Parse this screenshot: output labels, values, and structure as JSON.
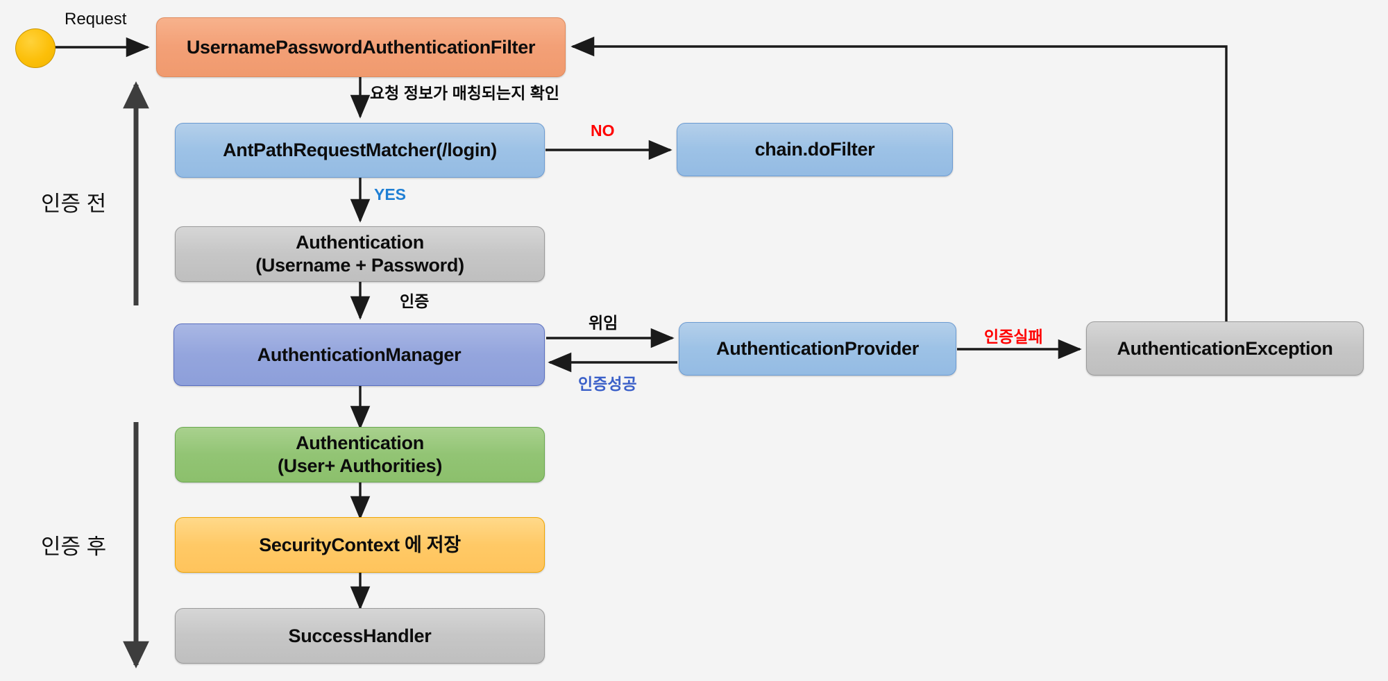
{
  "diagram": {
    "title": "Spring Security UsernamePasswordAuthenticationFilter flow",
    "background_color": "#f4f4f4",
    "phases": [
      {
        "id": "before",
        "label": "인증 전",
        "direction": "up"
      },
      {
        "id": "after",
        "label": "인증 후",
        "direction": "down"
      }
    ],
    "nodes": [
      {
        "id": "start",
        "label": "",
        "shape": "circle",
        "color": "#fcbf09"
      },
      {
        "id": "filter",
        "label": "UsernamePasswordAuthenticationFilter",
        "shape": "rounded-rect",
        "color": "#f3a077"
      },
      {
        "id": "matcher",
        "label": "AntPathRequestMatcher(/login)",
        "shape": "rounded-rect",
        "color": "#9dc2e6"
      },
      {
        "id": "dofilter",
        "label": "chain.doFilter",
        "shape": "rounded-rect",
        "color": "#9dc2e6"
      },
      {
        "id": "auth1",
        "label": "Authentication\n(Username + Password)",
        "line1": "Authentication",
        "line2": "(Username + Password)",
        "shape": "rounded-rect",
        "color": "#c6c6c6"
      },
      {
        "id": "manager",
        "label": "AuthenticationManager",
        "shape": "rounded-rect",
        "color": "#94a5dd"
      },
      {
        "id": "provider",
        "label": "AuthenticationProvider",
        "shape": "rounded-rect",
        "color": "#9dc2e6"
      },
      {
        "id": "exception",
        "label": "AuthenticationException",
        "shape": "rounded-rect",
        "color": "#c6c6c6"
      },
      {
        "id": "auth2",
        "label": "Authentication\n(User+ Authorities)",
        "line1": "Authentication",
        "line2": "(User+ Authorities)",
        "shape": "rounded-rect",
        "color": "#92c474"
      },
      {
        "id": "context",
        "label": "SecurityContext 에 저장",
        "shape": "rounded-rect",
        "color": "#ffc966"
      },
      {
        "id": "success",
        "label": "SuccessHandler",
        "shape": "rounded-rect",
        "color": "#c6c6c6"
      }
    ],
    "edges": [
      {
        "from": "start",
        "to": "filter",
        "label": "Request",
        "label_color": "#0c0c0c",
        "style": "plain"
      },
      {
        "from": "filter",
        "to": "matcher",
        "label": "요청 정보가 매칭되는지 확인",
        "label_color": "#0c0c0c",
        "style": "bold"
      },
      {
        "from": "matcher",
        "to": "dofilter",
        "label": "NO",
        "label_color": "#ff0000",
        "style": "bold"
      },
      {
        "from": "matcher",
        "to": "auth1",
        "label": "YES",
        "label_color": "#1f7fd4",
        "style": "bold"
      },
      {
        "from": "auth1",
        "to": "manager",
        "label": "인증",
        "label_color": "#0c0c0c",
        "style": "bold"
      },
      {
        "from": "manager",
        "to": "provider",
        "label": "위임",
        "label_color": "#0c0c0c",
        "style": "bold"
      },
      {
        "from": "provider",
        "to": "manager",
        "label": "인증성공",
        "label_color": "#3a5fc8",
        "style": "bold"
      },
      {
        "from": "provider",
        "to": "exception",
        "label": "인증실패",
        "label_color": "#ff0000",
        "style": "bold"
      },
      {
        "from": "exception",
        "to": "filter",
        "label": "",
        "label_color": "#0c0c0c",
        "style": "plain"
      },
      {
        "from": "manager",
        "to": "auth2",
        "label": "",
        "label_color": "#0c0c0c",
        "style": "plain"
      },
      {
        "from": "auth2",
        "to": "context",
        "label": "",
        "label_color": "#0c0c0c",
        "style": "plain"
      },
      {
        "from": "context",
        "to": "success",
        "label": "",
        "label_color": "#0c0c0c",
        "style": "plain"
      }
    ]
  }
}
